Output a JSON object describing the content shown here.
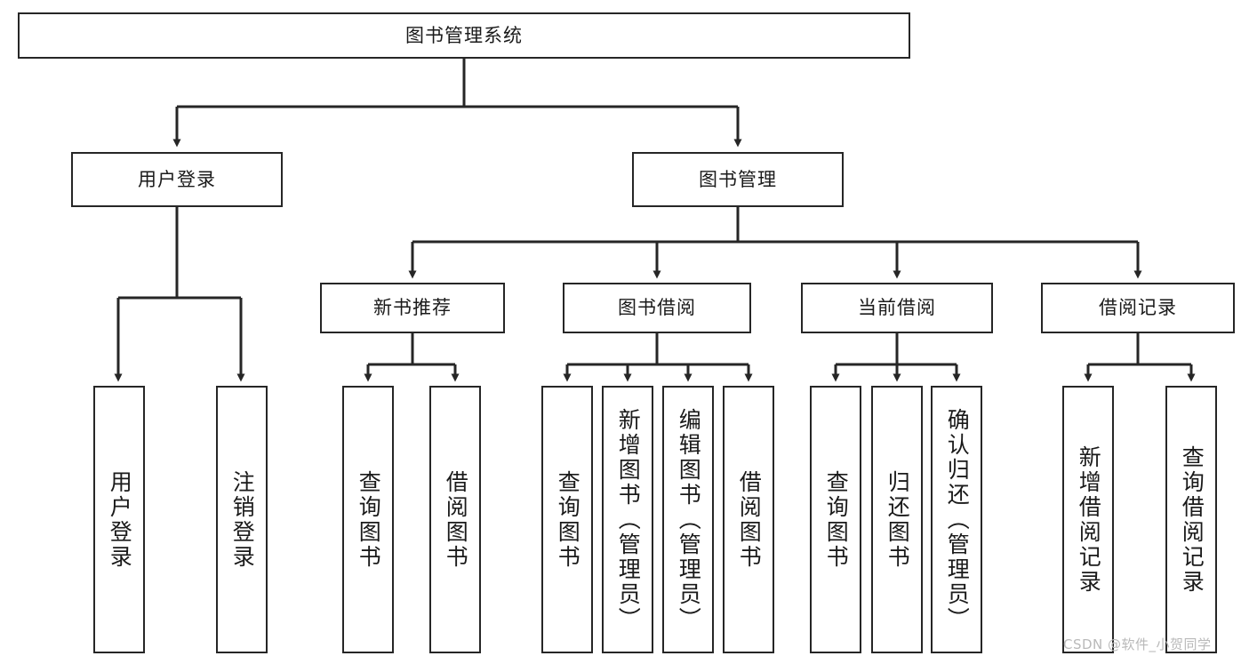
{
  "diagram": {
    "title": "图书管理系统",
    "type": "tree",
    "root": {
      "label": "图书管理系统"
    },
    "level2": [
      {
        "label": "用户登录"
      },
      {
        "label": "图书管理"
      }
    ],
    "level3": [
      {
        "label": "新书推荐",
        "parent": "图书管理"
      },
      {
        "label": "图书借阅",
        "parent": "图书管理"
      },
      {
        "label": "当前借阅",
        "parent": "图书管理"
      },
      {
        "label": "借阅记录",
        "parent": "图书管理"
      }
    ],
    "leaves": [
      {
        "label": "用户登录",
        "parent": "用户登录"
      },
      {
        "label": "注销登录",
        "parent": "用户登录"
      },
      {
        "label": "查询图书",
        "parent": "新书推荐"
      },
      {
        "label": "借阅图书",
        "parent": "新书推荐"
      },
      {
        "label": "查询图书",
        "parent": "图书借阅"
      },
      {
        "label": "新增图书（管理员）",
        "parent": "图书借阅"
      },
      {
        "label": "编辑图书（管理员）",
        "parent": "图书借阅"
      },
      {
        "label": "借阅图书",
        "parent": "图书借阅"
      },
      {
        "label": "查询图书",
        "parent": "当前借阅"
      },
      {
        "label": "归还图书",
        "parent": "当前借阅"
      },
      {
        "label": "确认归还（管理员）",
        "parent": "当前借阅"
      },
      {
        "label": "新增借阅记录",
        "parent": "借阅记录"
      },
      {
        "label": "查询借阅记录",
        "parent": "借阅记录"
      }
    ]
  },
  "watermark": {
    "text": "CSDN @软件_小贺同学"
  },
  "colors": {
    "line": "#262626",
    "text": "#1a1a1a",
    "background": "#ffffff",
    "watermark": "#b9b9b9"
  }
}
